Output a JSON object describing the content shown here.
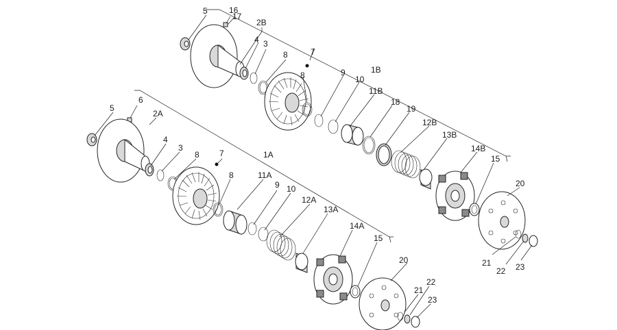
{
  "diagram": {
    "labels": {
      "upper": {
        "p5": "5",
        "p16": "16",
        "p17": "17",
        "p2B": "2B",
        "p4": "4",
        "p3": "3",
        "p8a": "8",
        "p7": "7",
        "p8b": "8",
        "p1B": "1B",
        "p9": "9",
        "p10": "10",
        "p11B": "11B",
        "p18": "18",
        "p19": "19",
        "p12B": "12B",
        "p13B": "13B",
        "p14B": "14B",
        "p15": "15",
        "p20": "20",
        "p21": "21",
        "p22": "22",
        "p23": "23"
      },
      "lower": {
        "p5": "5",
        "p6": "6",
        "p2A": "2A",
        "p4": "4",
        "p3": "3",
        "p8a": "8",
        "p7": "7",
        "p1A": "1A",
        "p8b": "8",
        "p11A": "11A",
        "p9": "9",
        "p10": "10",
        "p12A": "12A",
        "p13A": "13A",
        "p14A": "14A",
        "p15": "15",
        "p20": "20",
        "p21": "21",
        "p22": "22",
        "p23": "23"
      }
    }
  }
}
